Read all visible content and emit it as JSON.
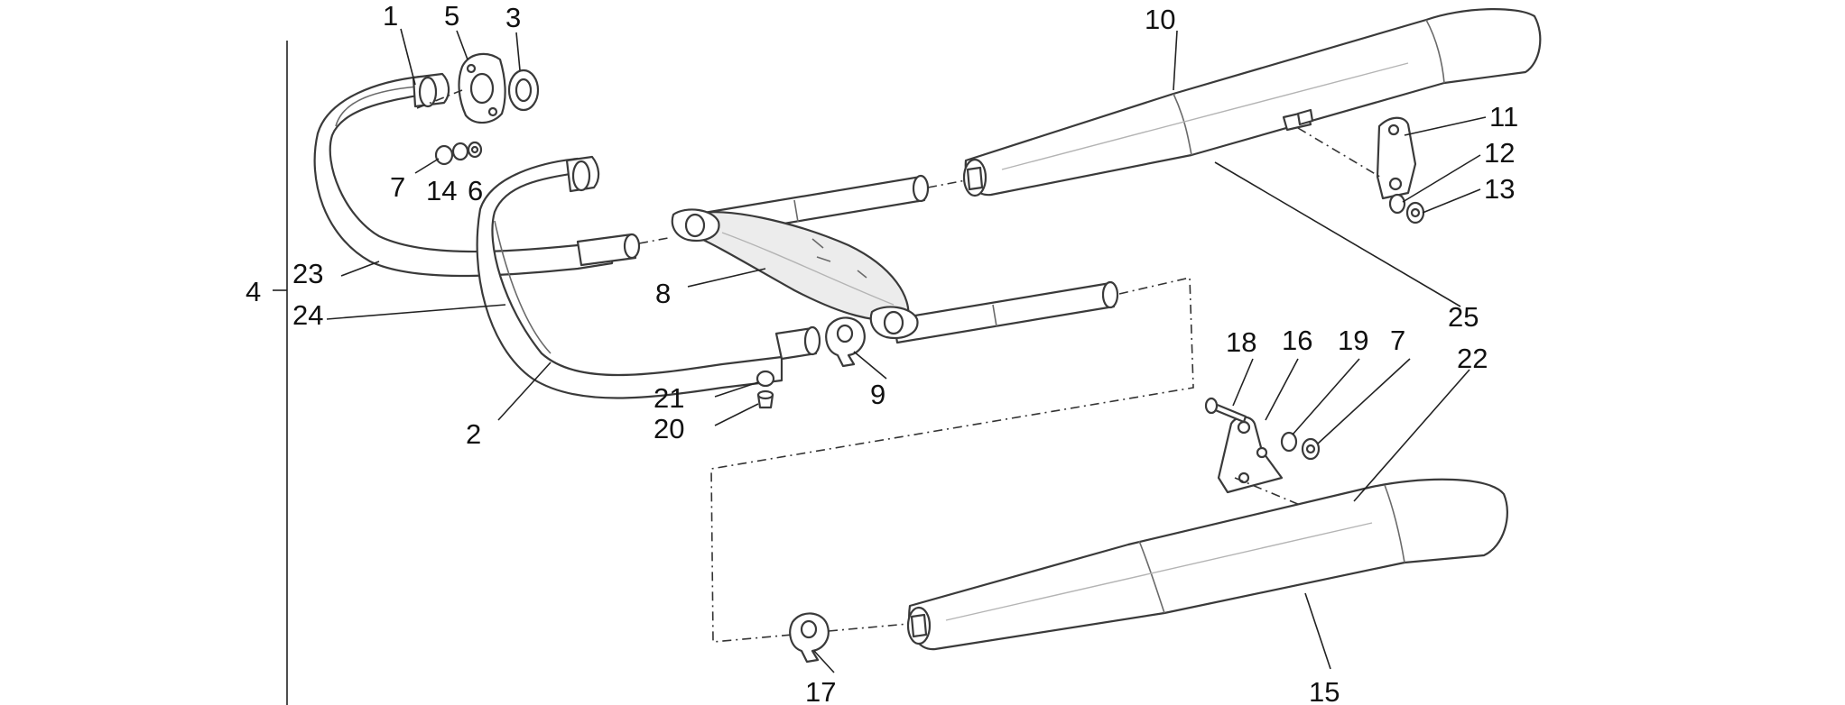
{
  "callouts": [
    {
      "id": "c1",
      "text": "1"
    },
    {
      "id": "c5",
      "text": "5"
    },
    {
      "id": "c3",
      "text": "3"
    },
    {
      "id": "c10",
      "text": "10"
    },
    {
      "id": "c11",
      "text": "11"
    },
    {
      "id": "c12",
      "text": "12"
    },
    {
      "id": "c13",
      "text": "13"
    },
    {
      "id": "c25",
      "text": "25"
    },
    {
      "id": "c22",
      "text": "22"
    },
    {
      "id": "c7a",
      "text": "7"
    },
    {
      "id": "c14",
      "text": "14"
    },
    {
      "id": "c6",
      "text": "6"
    },
    {
      "id": "c23",
      "text": "23"
    },
    {
      "id": "c4",
      "text": "4"
    },
    {
      "id": "c24",
      "text": "24"
    },
    {
      "id": "c8",
      "text": "8"
    },
    {
      "id": "c9",
      "text": "9"
    },
    {
      "id": "c21",
      "text": "21"
    },
    {
      "id": "c20",
      "text": "20"
    },
    {
      "id": "c2",
      "text": "2"
    },
    {
      "id": "c18",
      "text": "18"
    },
    {
      "id": "c16",
      "text": "16"
    },
    {
      "id": "c19",
      "text": "19"
    },
    {
      "id": "c7b",
      "text": "7"
    },
    {
      "id": "c17",
      "text": "17"
    },
    {
      "id": "c15",
      "text": "15"
    }
  ]
}
